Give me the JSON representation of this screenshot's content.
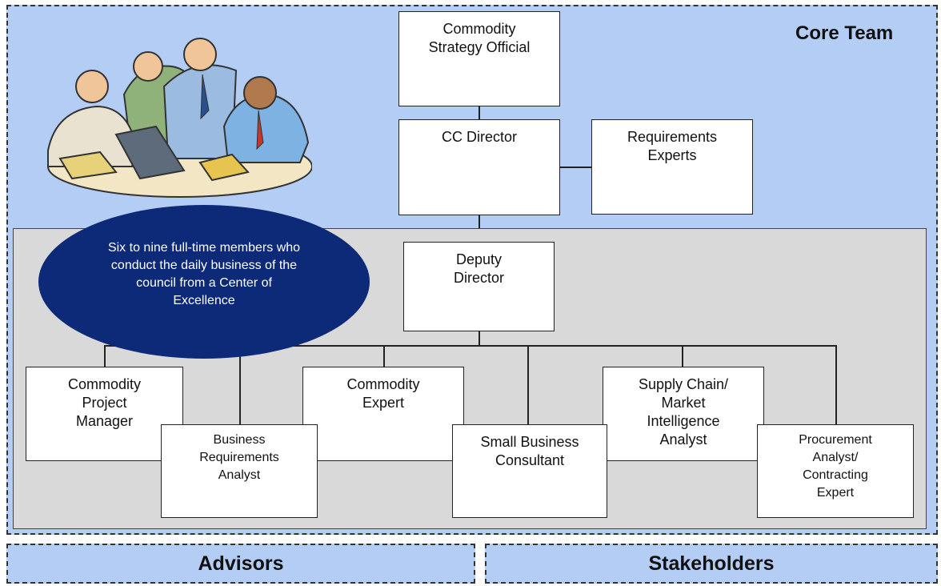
{
  "core_team": {
    "label": "Core Team"
  },
  "boxes": {
    "strategy_official": "Commodity\nStrategy Official",
    "cc_director": "CC Director",
    "requirements_experts": "Requirements\nExperts",
    "deputy_director": "Deputy\nDirector",
    "commodity_project_manager": "Commodity\nProject\nManager",
    "business_requirements_analyst": "Business\nRequirements\nAnalyst",
    "commodity_expert": "Commodity\nExpert",
    "small_business_consultant": "Small Business\nConsultant",
    "supply_chain_analyst": "Supply Chain/\nMarket\nIntelligence\nAnalyst",
    "procurement_analyst": "Procurement\nAnalyst/\nContracting\nExpert"
  },
  "callout": "Six to nine full-time members who conduct the daily business of the council from a Center of Excellence",
  "footer": {
    "advisors": "Advisors",
    "stakeholders": "Stakeholders"
  },
  "colors": {
    "panel_blue": "#b3cdf4",
    "panel_gray": "#d9d9d9",
    "callout_navy": "#0d2a78"
  }
}
